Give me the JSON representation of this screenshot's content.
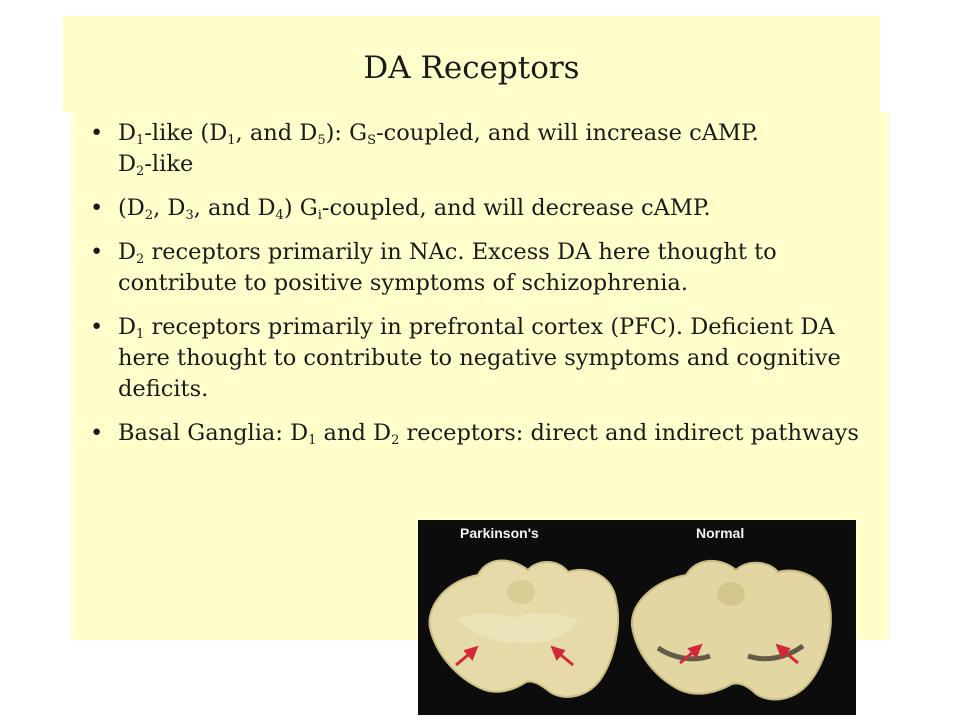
{
  "slide": {
    "title": "DA Receptors",
    "bullets": [
      {
        "b1_p1": "D",
        "b1_s1": "1",
        "b1_p2": "-like (D",
        "b1_s2": "1",
        "b1_p3": ", and D",
        "b1_s3": "5",
        "b1_p4": "): G",
        "b1_s4": "S",
        "b1_p5": "-coupled, and will increase cAMP.",
        "b1_p6": "D",
        "b1_s6": "2",
        "b1_p7": "-like"
      },
      {
        "b2_p1": "(D",
        "b2_s1": "2",
        "b2_p2": ", D",
        "b2_s2": "3",
        "b2_p3": ", and D",
        "b2_s3": "4",
        "b2_p4": ") G",
        "b2_s4": "i",
        "b2_p5": "-coupled, and will decrease cAMP."
      },
      {
        "b3_p1": "D",
        "b3_s1": "2",
        "b3_p2": " receptors primarily in NAc. Excess DA here thought to contribute to positive symptoms of schizophrenia."
      },
      {
        "b4_p1": "D",
        "b4_s1": "1",
        "b4_p2": " receptors primarily in prefrontal cortex (PFC). Deficient DA here thought to contribute to negative symptoms and cognitive deficits."
      },
      {
        "b5_p1": "Basal Ganglia: D",
        "b5_s1": "1",
        "b5_p2": " and D",
        "b5_s2": "2",
        "b5_p3": " receptors: direct and indirect pathways"
      }
    ],
    "bullet_glyph": "•"
  },
  "figure": {
    "label_left": "Parkinson's",
    "label_right": "Normal"
  },
  "colors": {
    "panel": "#ffffcc",
    "arrow": "#d4283a"
  }
}
